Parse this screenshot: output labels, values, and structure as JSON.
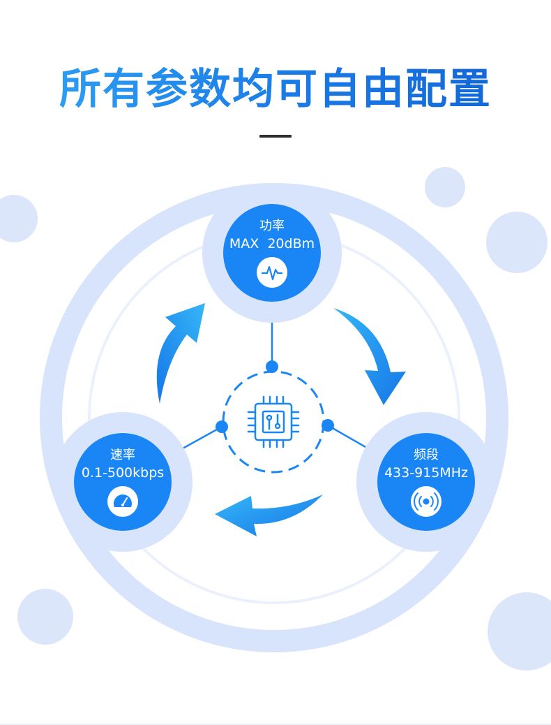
{
  "title": "所有参数均可自由配置",
  "nodes": {
    "power": {
      "label": "功率",
      "value": "MAX  20dBm",
      "icon": "pulse-icon"
    },
    "rate": {
      "label": "速率",
      "value": "0.1-500kbps",
      "icon": "speedometer-icon"
    },
    "band": {
      "label": "频段",
      "value": "433-915MHz",
      "icon": "radio-signal-icon"
    }
  },
  "center_icon": "chip-icon",
  "colors": {
    "primary": "#1a86f5",
    "ring": "#d7e4fb",
    "bubble": "#dbe6fb",
    "title_start": "#2c9cf2",
    "title_end": "#1468d8",
    "arrow_light": "#35b6f7",
    "arrow_dark": "#1677e8"
  }
}
